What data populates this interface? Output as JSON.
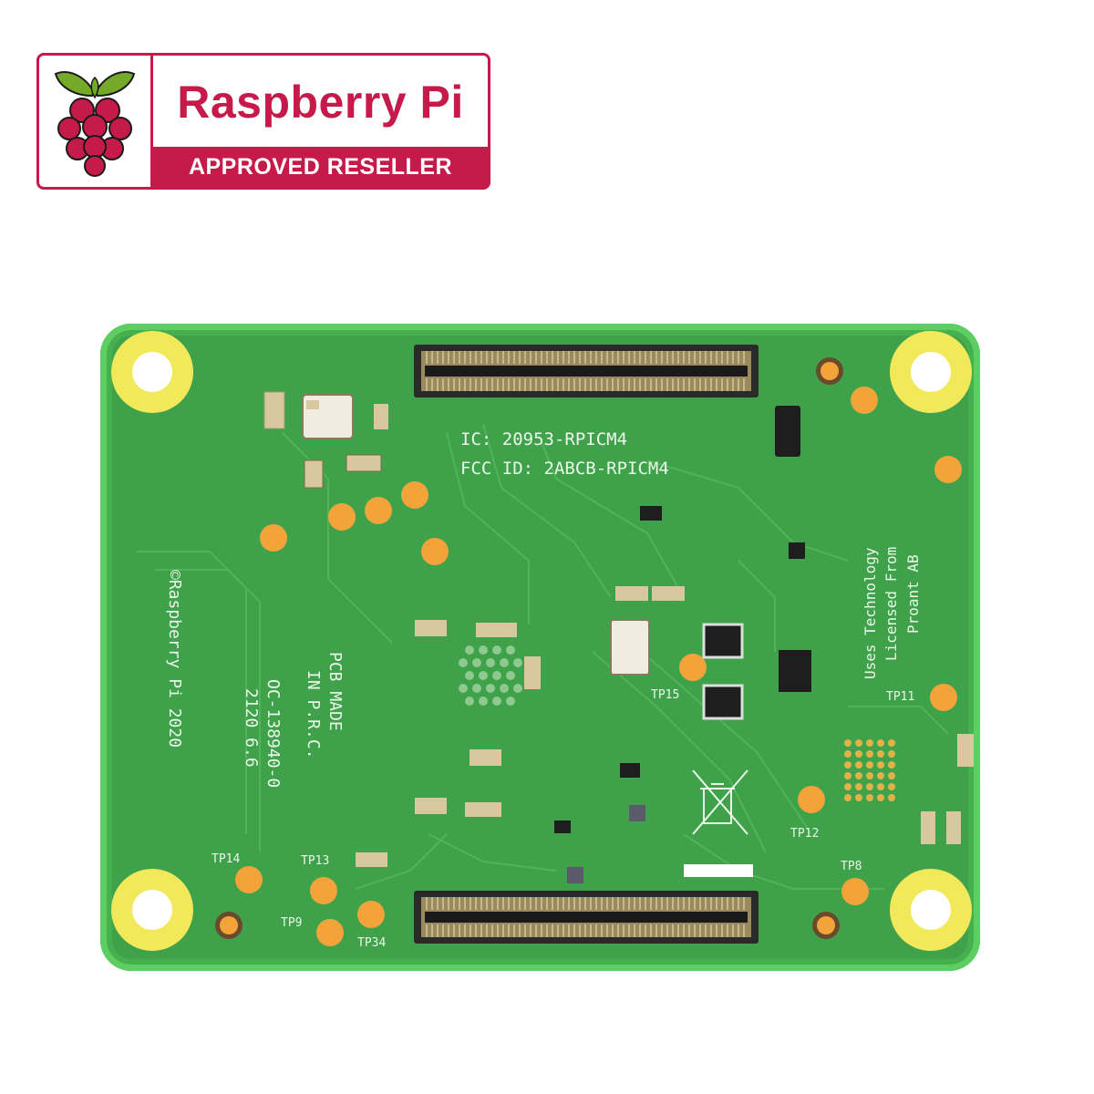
{
  "badge": {
    "title": "Raspberry Pi",
    "subtitle": "APPROVED RESELLER",
    "brand_color": "#c51a4a",
    "logo": "raspberry-logo-icon"
  },
  "board": {
    "pcb_color": "#3fa24a",
    "pad_color": "#f2a33a",
    "silkscreen": {
      "ic": "IC: 20953-RPICM4",
      "fcc": "FCC ID: 2ABCB-RPICM4",
      "uses_tech": "Uses Technology",
      "licensed": "Licensed From",
      "proant": "Proant AB",
      "pcb_made": "PCB MADE",
      "in_prc": "IN P.R.C.",
      "raspberry": "©Raspberry Pi 2020",
      "oc": "OC-138940-0",
      "ver": "2120  6.6"
    },
    "test_points": {
      "tp11": "TP11",
      "tp12": "TP12",
      "tp8": "TP8",
      "tp14": "TP14",
      "tp13": "TP13",
      "tp9": "TP9",
      "tp34": "TP34",
      "tp15": "TP15"
    }
  }
}
